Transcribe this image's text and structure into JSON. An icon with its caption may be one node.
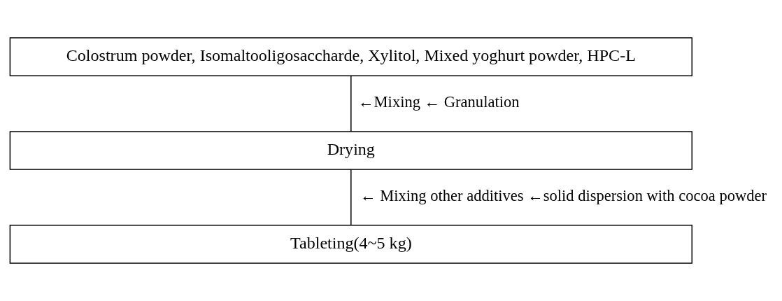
{
  "diagram": {
    "nodes": [
      {
        "text": [
          "Colostrum powder, Isomaltooligosaccharde, Xylitol, Mixed yoghurt powder, HPC-L"
        ]
      },
      {
        "text": [
          "Drying"
        ]
      },
      {
        "text": [
          "Tableting(4~5 kg)"
        ]
      }
    ],
    "edges": [
      {
        "from": 0,
        "to": 1,
        "arrow": "none",
        "label": "←Mixing ← Granulation"
      },
      {
        "from": 1,
        "to": 2,
        "arrow": "none",
        "label": "← Mixing other additives ←solid dispersion with cocoa powder"
      }
    ]
  }
}
